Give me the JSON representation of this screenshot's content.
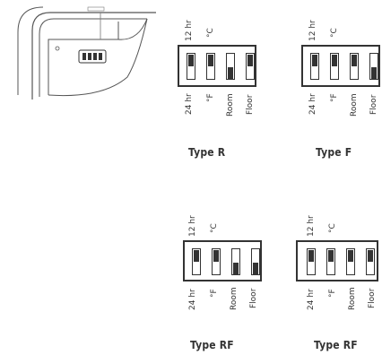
{
  "labels": {
    "top": [
      "12 hr",
      "°C"
    ],
    "bottom": [
      "24 hr",
      "°F",
      "Room",
      "Floor"
    ]
  },
  "panels": [
    {
      "caption": "Type R",
      "switches": [
        "up",
        "up",
        "down",
        "up"
      ]
    },
    {
      "caption": "Type F",
      "switches": [
        "up",
        "up",
        "up",
        "down"
      ]
    },
    {
      "caption": "Type RF",
      "switches": [
        "up",
        "up",
        "down",
        "down"
      ]
    },
    {
      "caption": "Type RF",
      "switches": [
        "up",
        "up",
        "up",
        "up"
      ]
    }
  ],
  "colors": {
    "ink": "#333333",
    "background": "#ffffff"
  }
}
